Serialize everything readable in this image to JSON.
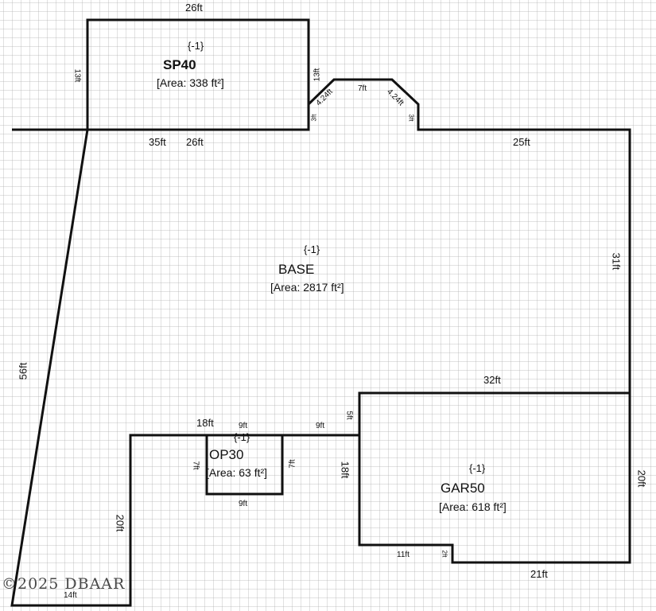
{
  "colors": {
    "wall": "#111111",
    "grid": "#c8c8c8",
    "background": "#ffffff"
  },
  "areas": {
    "sp40": {
      "code": "{-1}",
      "name": "SP40",
      "area": "[Area: 338 ft²]"
    },
    "base": {
      "code": "{-1}",
      "name": "BASE",
      "area": "[Area: 2817 ft²]"
    },
    "op30": {
      "code": "{-1}",
      "name": "OP30",
      "area": "[Area: 63 ft²]"
    },
    "gar50": {
      "code": "{-1}",
      "name": "GAR50",
      "area": "[Area: 618 ft²]"
    }
  },
  "dimensions": {
    "sp40_top": "26ft",
    "sp40_left": "13ft",
    "sp40_right": "13ft",
    "sp40_bottom": "26ft",
    "base_top_left": "35ft",
    "bay_left_diag": "4.24ft",
    "bay_top": "7ft",
    "bay_right_diag": "4.24ft",
    "bay_left_side": "3ft",
    "bay_right_side": "3ft",
    "base_top_right": "25ft",
    "base_right": "31ft",
    "base_left": "56ft",
    "gar_top": "32ft",
    "gar_right": "20ft",
    "gar_left_upper": "5ft",
    "gar_left": "18ft",
    "gar_bottom_left": "11ft",
    "gar_step": "2ft",
    "gar_bottom": "21ft",
    "base_inner_top": "18ft",
    "op_top": "9ft",
    "base_inner_right": "9ft",
    "op_left": "7ft",
    "op_right": "7ft",
    "op_bottom": "9ft",
    "base_inner_left": "20ft",
    "base_bottom": "14ft"
  },
  "watermark": "©2025 DBAAR"
}
